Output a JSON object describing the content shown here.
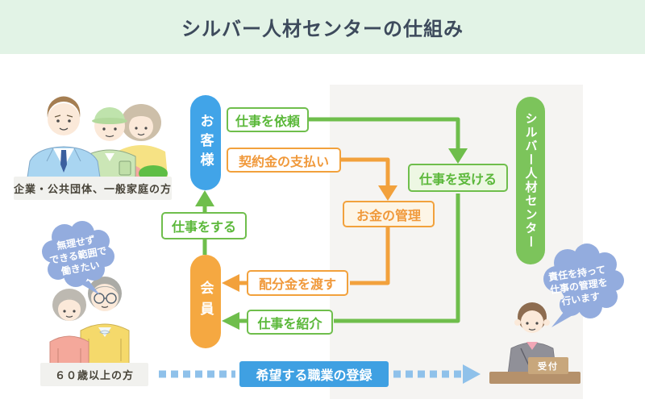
{
  "header": {
    "title": "シルバー人材センターの仕組み"
  },
  "customer": {
    "pill": "お客様",
    "caption": "企業・公共団体、一般家庭の方"
  },
  "member": {
    "pill": "会員",
    "caption": "６０歳以上の方",
    "speech": [
      "無理せず",
      "できる範囲で",
      "働きたい"
    ]
  },
  "center": {
    "pill": "シルバー人材センター",
    "speech": [
      "責任を持って",
      "仕事の管理を",
      "行います"
    ],
    "desk_sign": "受付"
  },
  "flows": {
    "request_work": "仕事を依頼",
    "pay_contract": "契約金の支払い",
    "receive_work": "仕事を受ける",
    "manage_money": "お金の管理",
    "do_work": "仕事をする",
    "give_distribution": "配分金を渡す",
    "introduce_work": "仕事を紹介",
    "register_job": "希望する職業の登録"
  },
  "colors": {
    "green": "#6FBE4C",
    "orange": "#F2A13C",
    "blue_pill": "#41A4E8",
    "blue_box": "#3FA0E2",
    "dash_blue": "#8FC1EA",
    "header_bg": "#E2F3E6",
    "panel_bg": "#F5F4F2",
    "cloud": "#93ACDE"
  }
}
